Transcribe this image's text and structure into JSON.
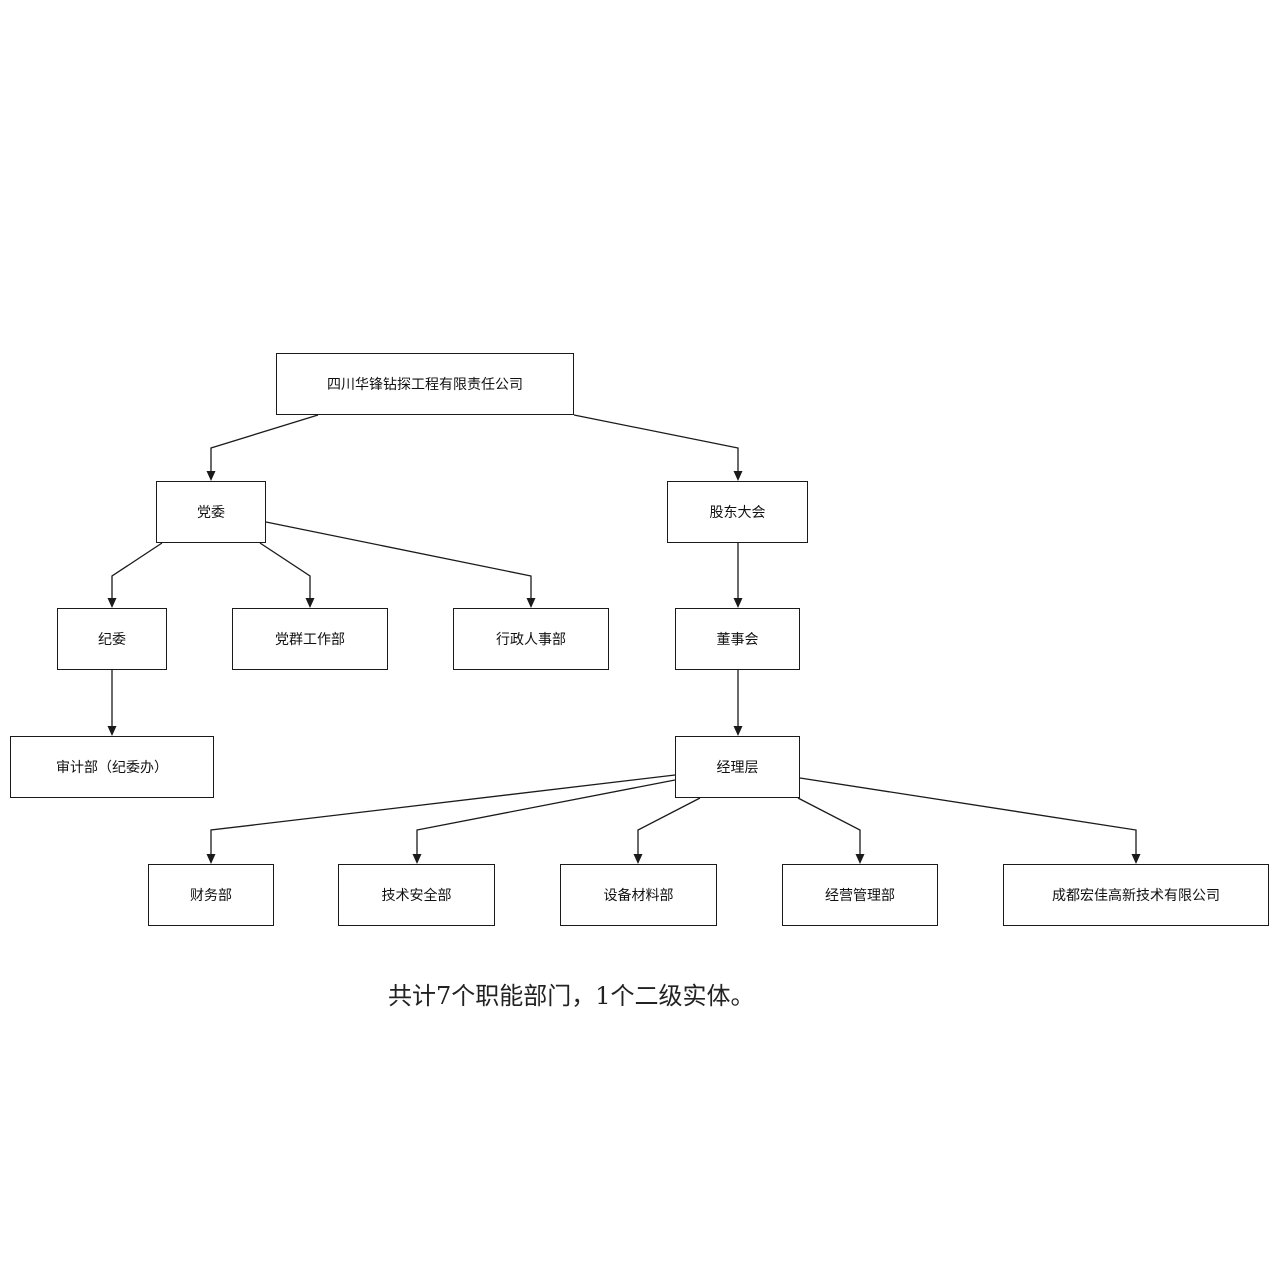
{
  "nodes": {
    "company": "四川华锋钻探工程有限责任公司",
    "party_committee": "党委",
    "shareholders_meeting": "股东大会",
    "discipline_committee": "纪委",
    "party_mass_work_dept": "党群工作部",
    "admin_hr_dept": "行政人事部",
    "board_of_directors": "董事会",
    "audit_dept": "审计部（纪委办）",
    "management": "经理层",
    "finance_dept": "财务部",
    "tech_safety_dept": "技术安全部",
    "equipment_materials_dept": "设备材料部",
    "operations_mgmt_dept": "经营管理部",
    "subsidiary": "成都宏佳高新技术有限公司"
  },
  "edges": [
    [
      "company",
      "party_committee"
    ],
    [
      "company",
      "shareholders_meeting"
    ],
    [
      "party_committee",
      "discipline_committee"
    ],
    [
      "party_committee",
      "party_mass_work_dept"
    ],
    [
      "party_committee",
      "admin_hr_dept"
    ],
    [
      "shareholders_meeting",
      "board_of_directors"
    ],
    [
      "discipline_committee",
      "audit_dept"
    ],
    [
      "board_of_directors",
      "management"
    ],
    [
      "management",
      "finance_dept"
    ],
    [
      "management",
      "tech_safety_dept"
    ],
    [
      "management",
      "equipment_materials_dept"
    ],
    [
      "management",
      "operations_mgmt_dept"
    ],
    [
      "management",
      "subsidiary"
    ]
  ],
  "caption": "共计7个职能部门，1个二级实体。",
  "colors": {
    "line": "#1a1a1a",
    "box_border": "#1a1a1a",
    "text": "#111111",
    "background": "#ffffff"
  }
}
